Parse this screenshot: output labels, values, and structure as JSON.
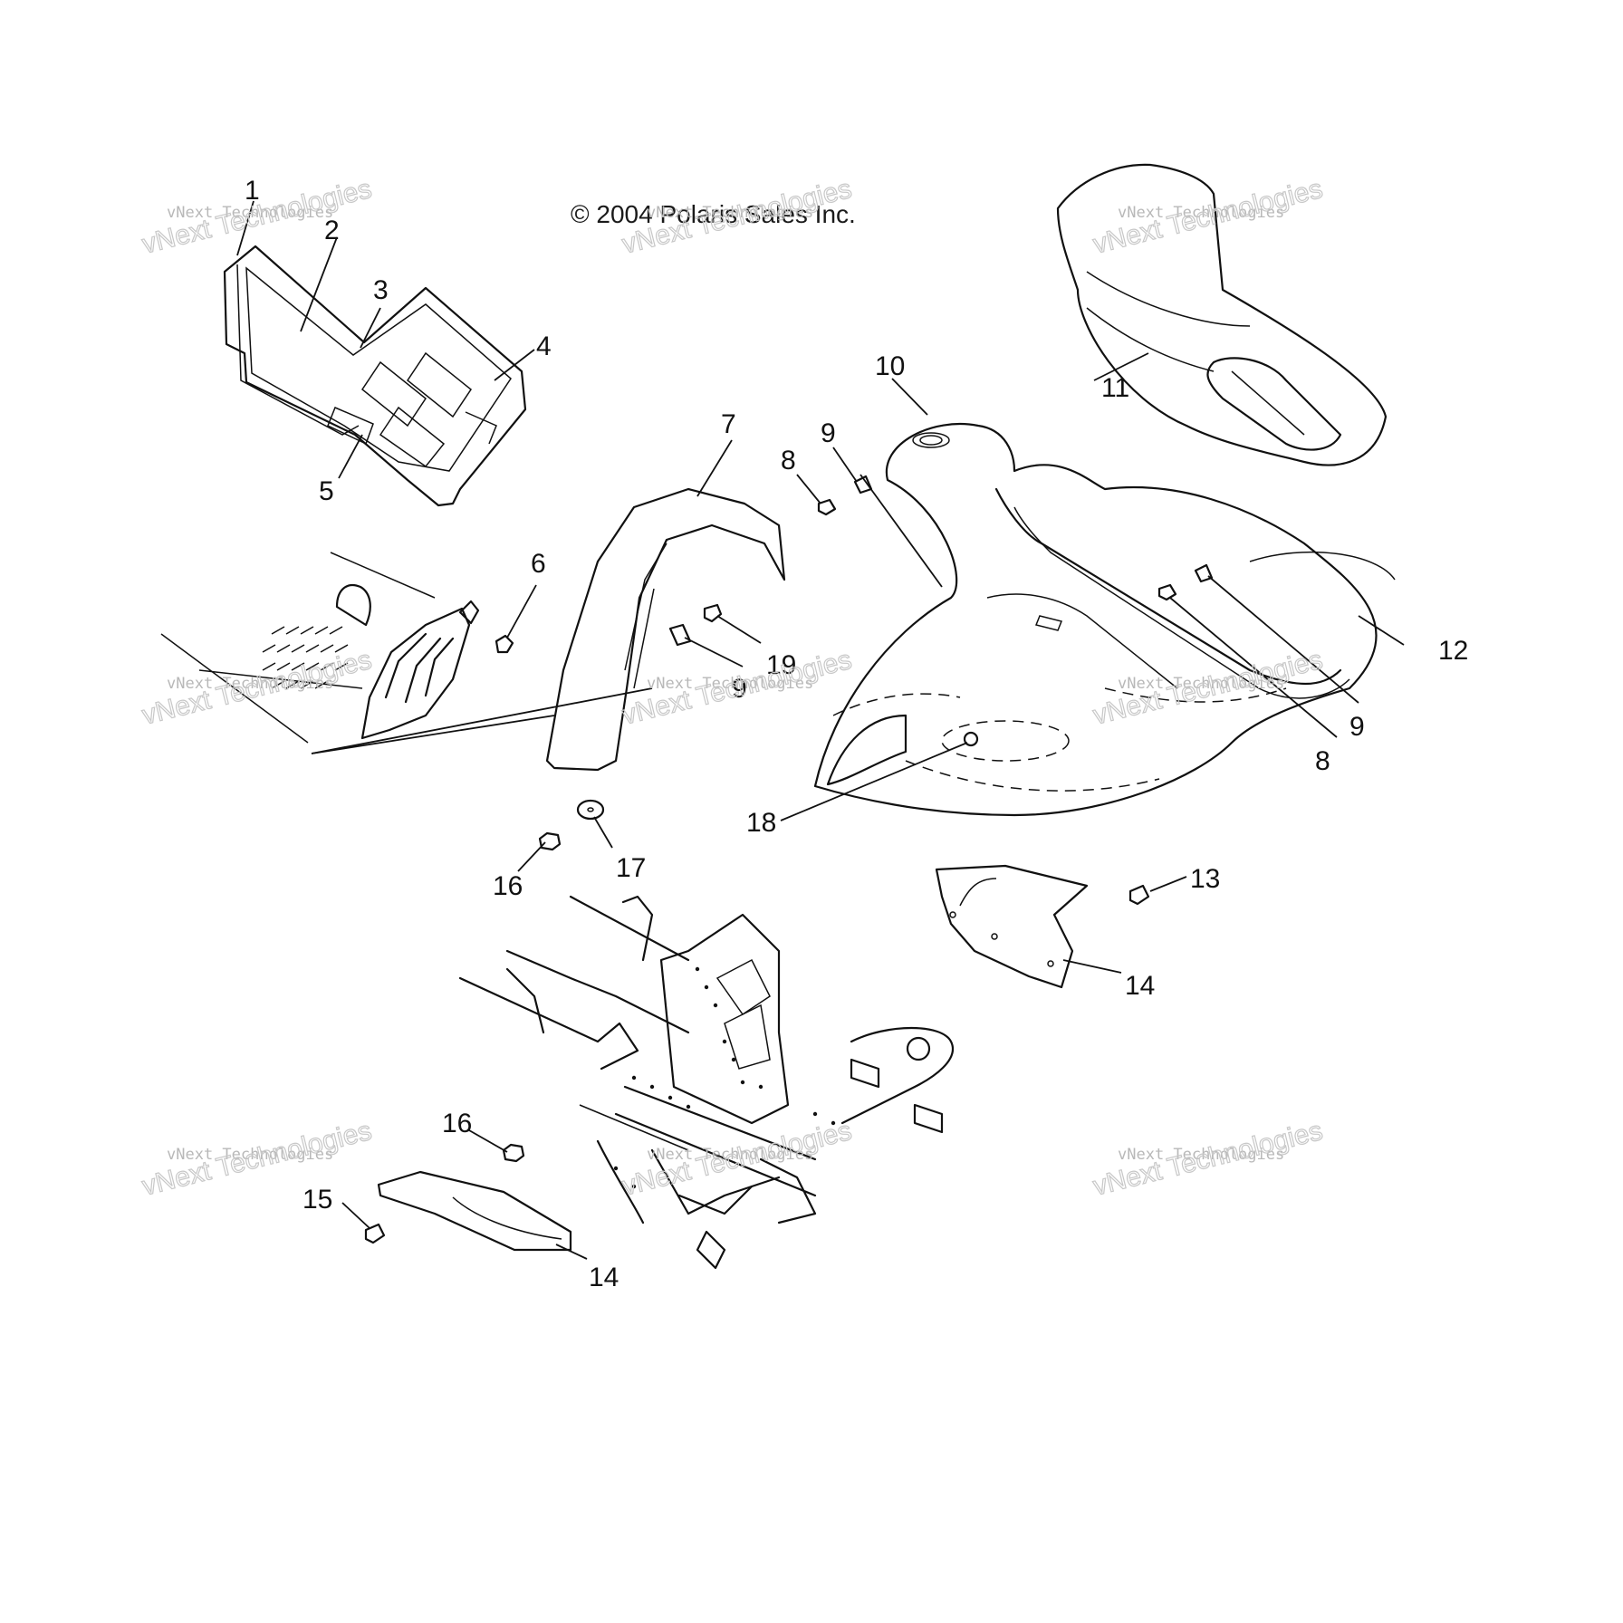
{
  "copyright": "© 2004 Polaris Sales Inc.",
  "watermark": {
    "line1": "vNext Technologies",
    "line2": "vNext Technologies"
  },
  "callouts": {
    "c1": "1",
    "c2": "2",
    "c3": "3",
    "c4": "4",
    "c5": "5",
    "c6": "6",
    "c7": "7",
    "c8a": "8",
    "c8b": "8",
    "c9a": "9",
    "c9b": "9",
    "c9c": "9",
    "c10": "10",
    "c11": "11",
    "c12": "12",
    "c13": "13",
    "c14a": "14",
    "c14b": "14",
    "c15": "15",
    "c16a": "16",
    "c16b": "16",
    "c17": "17",
    "c18": "18",
    "c19": "19"
  },
  "colors": {
    "line": "#111111",
    "watermark": "#c0c0c0",
    "background": "#ffffff"
  }
}
